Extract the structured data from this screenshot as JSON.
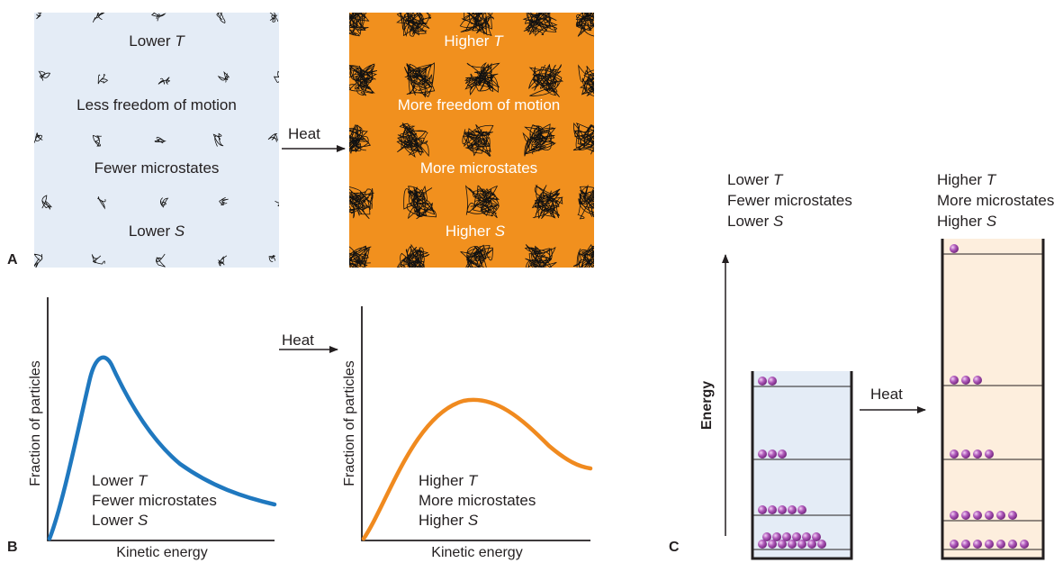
{
  "panel_a": {
    "letter": "A",
    "cold": {
      "temp_word": "Lower ",
      "temp_var": "T",
      "freedom": "Less freedom of motion",
      "microstates": "Fewer microstates",
      "entropy_word": "Lower ",
      "entropy_var": "S",
      "bg_color": "#e4ecf6"
    },
    "hot": {
      "temp_word": "Higher ",
      "temp_var": "T",
      "freedom": "More freedom of motion",
      "microstates": "More microstates",
      "entropy_word": "Higher ",
      "entropy_var": "S",
      "bg_color": "#f1901e"
    },
    "arrow_label": "Heat"
  },
  "panel_b": {
    "letter": "B",
    "arrow_label": "Heat",
    "cold": {
      "ylabel": "Fraction of particles",
      "xlabel": "Kinetic energy",
      "line1_word": "Lower ",
      "line1_var": "T",
      "line2": "Fewer microstates",
      "line3_word": "Lower ",
      "line3_var": "S",
      "curve_color": "#1f78bf"
    },
    "hot": {
      "ylabel": "Fraction of particles",
      "xlabel": "Kinetic energy",
      "line1_word": "Higher ",
      "line1_var": "T",
      "line2": "More microstates",
      "line3_word": "Higher ",
      "line3_var": "S",
      "curve_color": "#f08a1f"
    }
  },
  "panel_c": {
    "letter": "C",
    "axis_label": "Energy",
    "arrow_label": "Heat",
    "cold": {
      "line1_word": "Lower ",
      "line1_var": "T",
      "line2": "Fewer microstates",
      "line3_word": "Lower ",
      "line3_var": "S",
      "bg_color": "#e4ecf6",
      "level_particle_counts": [
        13,
        5,
        3,
        2
      ]
    },
    "hot": {
      "line1_word": "Higher ",
      "line1_var": "T",
      "line2": "More microstates",
      "line3_word": "Higher ",
      "line3_var": "S",
      "bg_color": "#fdeedd",
      "level_particle_counts": [
        7,
        6,
        4,
        3,
        1
      ]
    },
    "particle_color": "#9b3fa6"
  }
}
